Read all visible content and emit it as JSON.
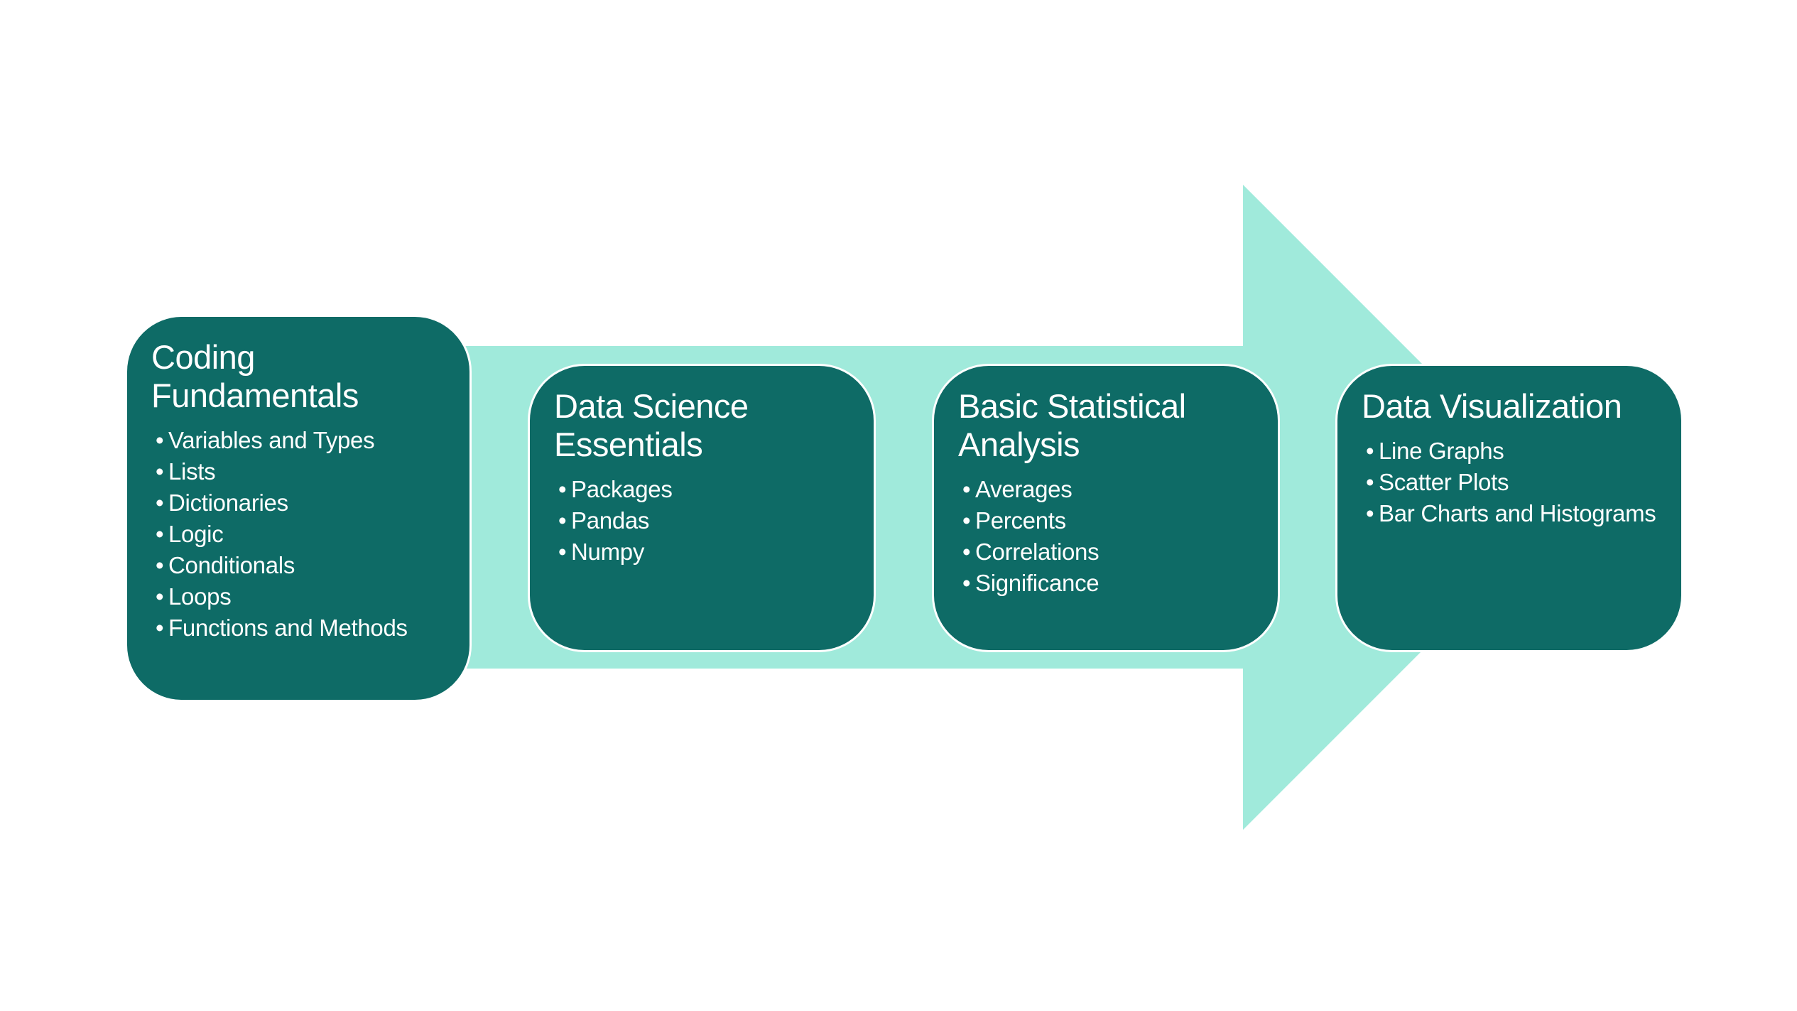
{
  "colors": {
    "arrow": "#a0eadb",
    "box": "#0e6b66",
    "text": "#ffffff"
  },
  "steps": [
    {
      "title": "Coding Fundamentals",
      "items": [
        "Variables and Types",
        "Lists",
        "Dictionaries",
        "Logic",
        "Conditionals",
        "Loops",
        "Functions and Methods"
      ]
    },
    {
      "title": "Data Science Essentials",
      "items": [
        "Packages",
        "Pandas",
        "Numpy"
      ]
    },
    {
      "title": "Basic Statistical Analysis",
      "items": [
        "Averages",
        "Percents",
        "Correlations",
        "Significance"
      ]
    },
    {
      "title": "Data Visualization",
      "items": [
        "Line Graphs",
        "Scatter Plots",
        "Bar Charts and Histograms"
      ]
    }
  ]
}
